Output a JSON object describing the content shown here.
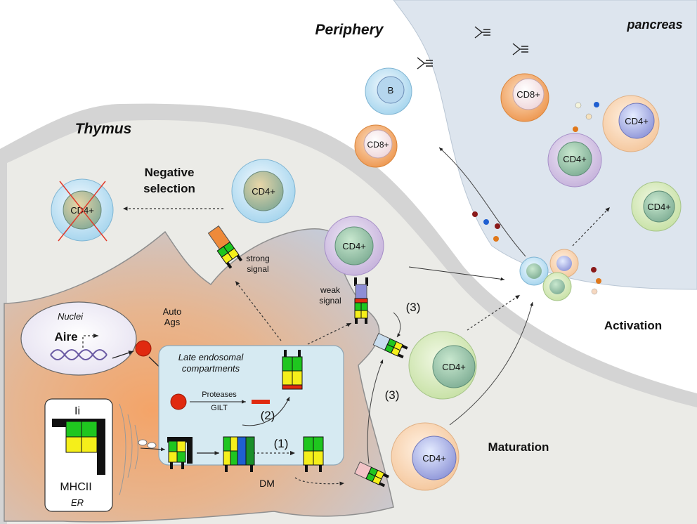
{
  "regions": {
    "periphery": "Periphery",
    "pancreas": "pancreas",
    "thymus": "Thymus"
  },
  "labels": {
    "negative_selection_line1": "Negative",
    "negative_selection_line2": "selection",
    "strong_signal_line1": "strong",
    "strong_signal_line2": "signal",
    "weak_signal_line1": "weak",
    "weak_signal_line2": "signal",
    "activation": "Activation",
    "maturation": "Maturation",
    "nuclei": "Nuclei",
    "aire": "Aire",
    "auto_ags_line1": "Auto",
    "auto_ags_line2": "Ags",
    "late_endosomal_line1": "Late endosomal",
    "late_endosomal_line2": "compartments",
    "proteases": "Proteases",
    "gilt": "GILT",
    "ii": "Ii",
    "mhcii": "MHCII",
    "er": "ER",
    "dm": "DM",
    "step1": "(1)",
    "step2": "(2)",
    "step3a": "(3)",
    "step3b": "(3)"
  },
  "cells": {
    "b_cell": "B",
    "cd8_periphery": "CD8+",
    "cd8_pancreas": "CD8+",
    "cd4_pancreas_a": "CD4+",
    "cd4_pancreas_b": "CD4+",
    "cd4_pancreas_c": "CD4+",
    "cd4_deleted": "CD4+",
    "cd4_strong": "CD4+",
    "cd4_weak": "CD4+",
    "cd4_treg": "CD4+",
    "cd4_maturing": "CD4+"
  },
  "colors": {
    "periphery_bg": "#dde5ee",
    "thymus_bg": "#d4d4d4",
    "tec_orange": "#f0a26a",
    "mhc_green": "#1fc61f",
    "mhc_yellow": "#f5ef1a",
    "peptide_red": "#e02a10",
    "dm_blue": "#1f5fd1"
  }
}
